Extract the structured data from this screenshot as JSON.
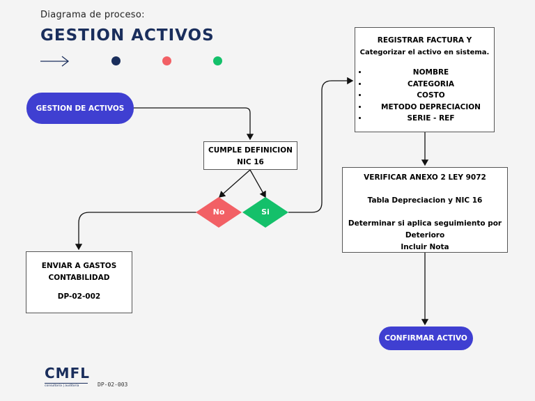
{
  "header": {
    "subtitle": "Diagrama de proceso:",
    "title": "GESTION ACTIVOS"
  },
  "colors": {
    "navy": "#1a2e5c",
    "coral": "#f26065",
    "green": "#14c06a",
    "indigo": "#3f3fd1"
  },
  "nodes": {
    "start": "GESTION DE ACTIVOS",
    "decision": [
      "CUMPLE DEFINICION",
      "NIC 16"
    ],
    "no": "No",
    "si": "Si",
    "gastos": {
      "line1": "ENVIAR A GASTOS",
      "line2": "CONTABILIDAD",
      "code": "DP-02-002"
    },
    "registrar": {
      "line1": "REGISTRAR FACTURA Y",
      "line2": "Categorizar el activo en sistema.",
      "items": [
        "NOMBRE",
        "CATEGORIA",
        "COSTO",
        "METODO DEPRECIACION",
        "SERIE - REF"
      ]
    },
    "verificar": {
      "line1": "VERIFICAR ANEXO 2 LEY 9072",
      "line2": "Tabla Depreciacion y NIC 16",
      "line3": "Determinar si aplica seguimiento por",
      "line4": "Deterioro",
      "line5": "Incluir Nota"
    },
    "end": "CONFIRMAR ACTIVO"
  },
  "footer": {
    "logo": "CMFL",
    "logo_sub": "consultoria | auditoria",
    "doc_code": "DP-02-003"
  }
}
